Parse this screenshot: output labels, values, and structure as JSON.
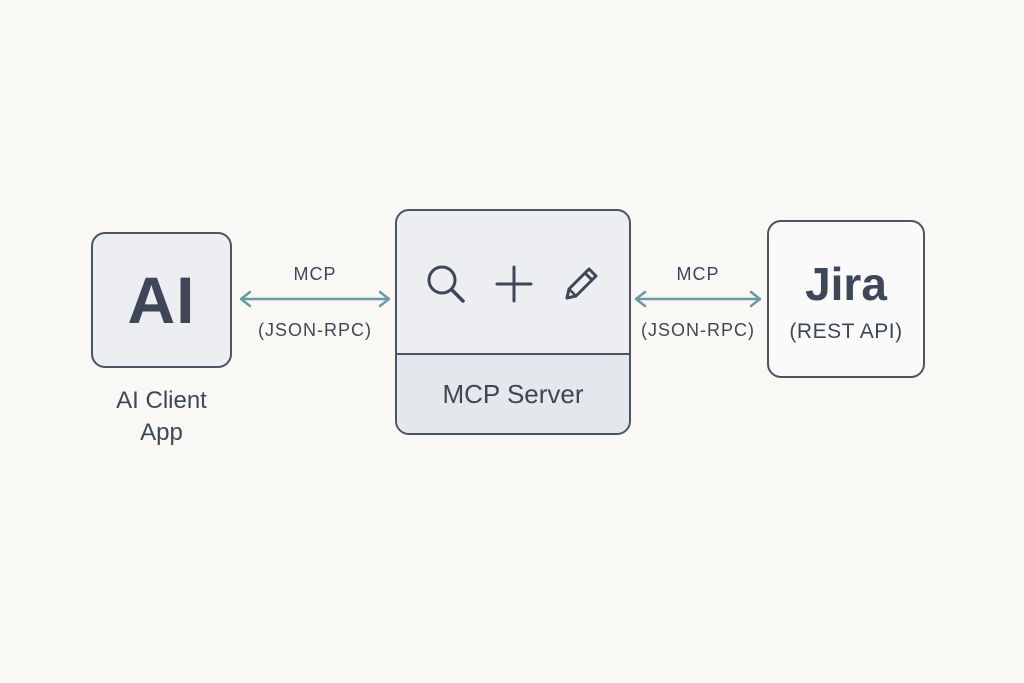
{
  "nodes": {
    "ai_client": {
      "glyph": "AI",
      "caption": [
        "AI Client",
        "App"
      ]
    },
    "mcp_server": {
      "title": "MCP Server",
      "tool_icons": [
        "search-icon",
        "plus-icon",
        "pencil-icon"
      ]
    },
    "jira": {
      "title": "Jira",
      "subtitle": "(REST API)"
    }
  },
  "connections": [
    {
      "label": "MCP",
      "sublabel": "(JSON-RPC)",
      "direction": "bidirectional"
    },
    {
      "label": "MCP",
      "sublabel": "(JSON-RPC)",
      "direction": "bidirectional"
    }
  ],
  "colors": {
    "background": "#faf8f5",
    "box_border": "#4a5464",
    "box_fill": "#eceef1",
    "arrow": "#6a9aa6",
    "text": "#3d4757"
  }
}
